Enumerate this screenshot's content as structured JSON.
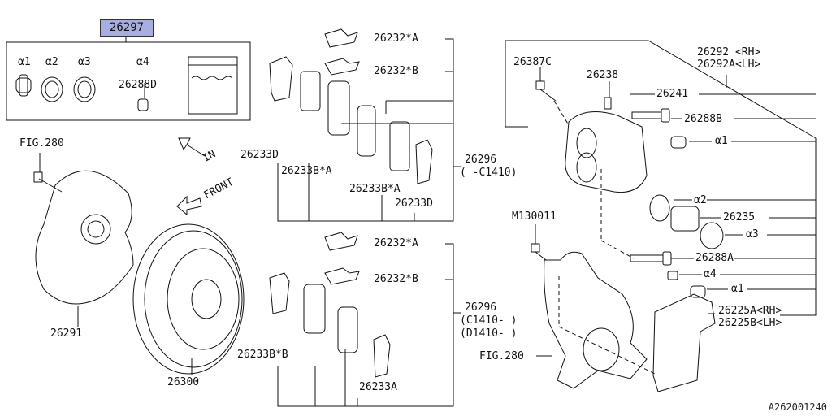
{
  "highlight_part": "26297",
  "kit": {
    "items": [
      "α1",
      "α2",
      "α3",
      "α4",
      "26288D"
    ]
  },
  "labels": {
    "fig280_top": "FIG.280",
    "in": "IN",
    "front": "FRONT",
    "p26291": "26291",
    "p26300": "26300",
    "p26233D_a": "26233D",
    "p26233BA_a": "26233B*A",
    "p26233BA_b": "26233B*A",
    "p26233D_b": "26233D",
    "p26232A_1": "26232*A",
    "p26232B_1": "26232*B",
    "p26296_1": "26296",
    "p26296_1_note": "( -C1410)",
    "p26232A_2": "26232*A",
    "p26232B_2": "26232*B",
    "p26296_2": "26296",
    "p26296_2_note1": "(C1410- )",
    "p26296_2_note2": "(D1410- )",
    "p26233BB": "26233B*B",
    "p26233A": "26233A",
    "p26387C": "26387C",
    "p26238": "26238",
    "p26292": "26292 <RH>",
    "p26292A": "26292A<LH>",
    "p26241": "26241",
    "p26288B": "26288B",
    "a1_top": "α1",
    "a2": "α2",
    "p26235": "26235",
    "a3": "α3",
    "m130011": "M130011",
    "p26288A": "26288A",
    "a4": "α4",
    "a1_bot": "α1",
    "p26225A": "26225A<RH>",
    "p26225B": "26225B<LH>",
    "fig280_bot": "FIG.280",
    "ref": "A262001240"
  }
}
